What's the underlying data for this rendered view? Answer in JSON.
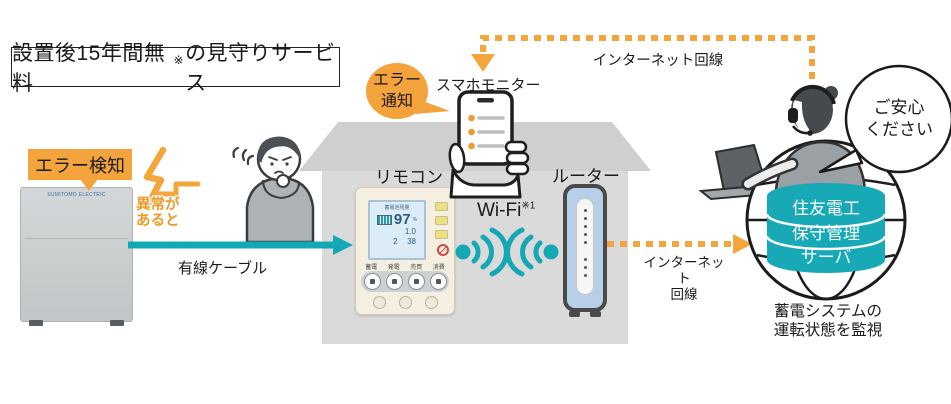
{
  "title": {
    "part1": "設置後15年間無料",
    "note": "※",
    "part2": "の見守りサービス"
  },
  "error_detect": {
    "label": "エラー検知"
  },
  "abnormal": {
    "line1": "異常が",
    "line2": "あると"
  },
  "battery": {
    "logo": "SUMITOMO ELECTRIC"
  },
  "cable": {
    "label": "有線ケーブル"
  },
  "remote": {
    "label": "リモコン",
    "screen_title": "蓄電池残量",
    "percent": "97",
    "percent_unit": "%",
    "kw": "1.0",
    "time_h": "2",
    "time_m": "38",
    "buttons": [
      "蓄電",
      "発電",
      "売買",
      "消費"
    ]
  },
  "wifi": {
    "label": "Wi-Fi",
    "note": "※1"
  },
  "router": {
    "label": "ルーター"
  },
  "error_notify": {
    "line1": "エラー",
    "line2": "通知"
  },
  "phone": {
    "label": "スマホモニター"
  },
  "internet_top": {
    "label": "インターネット回線"
  },
  "internet_right": {
    "line1": "インターネット",
    "line2": "回線"
  },
  "server": {
    "line1": "住友電工",
    "line2": "保守管理",
    "line3": "サーバ"
  },
  "agent": {
    "bubble_line1": "ご安心",
    "bubble_line2": "ください"
  },
  "monitoring": {
    "line1": "蓄電システムの",
    "line2": "運転状態を監視"
  },
  "colors": {
    "orange": "#F2A63C",
    "teal": "#14A8B4",
    "server_teal": "#17A9B6",
    "house": "#DADADA"
  }
}
